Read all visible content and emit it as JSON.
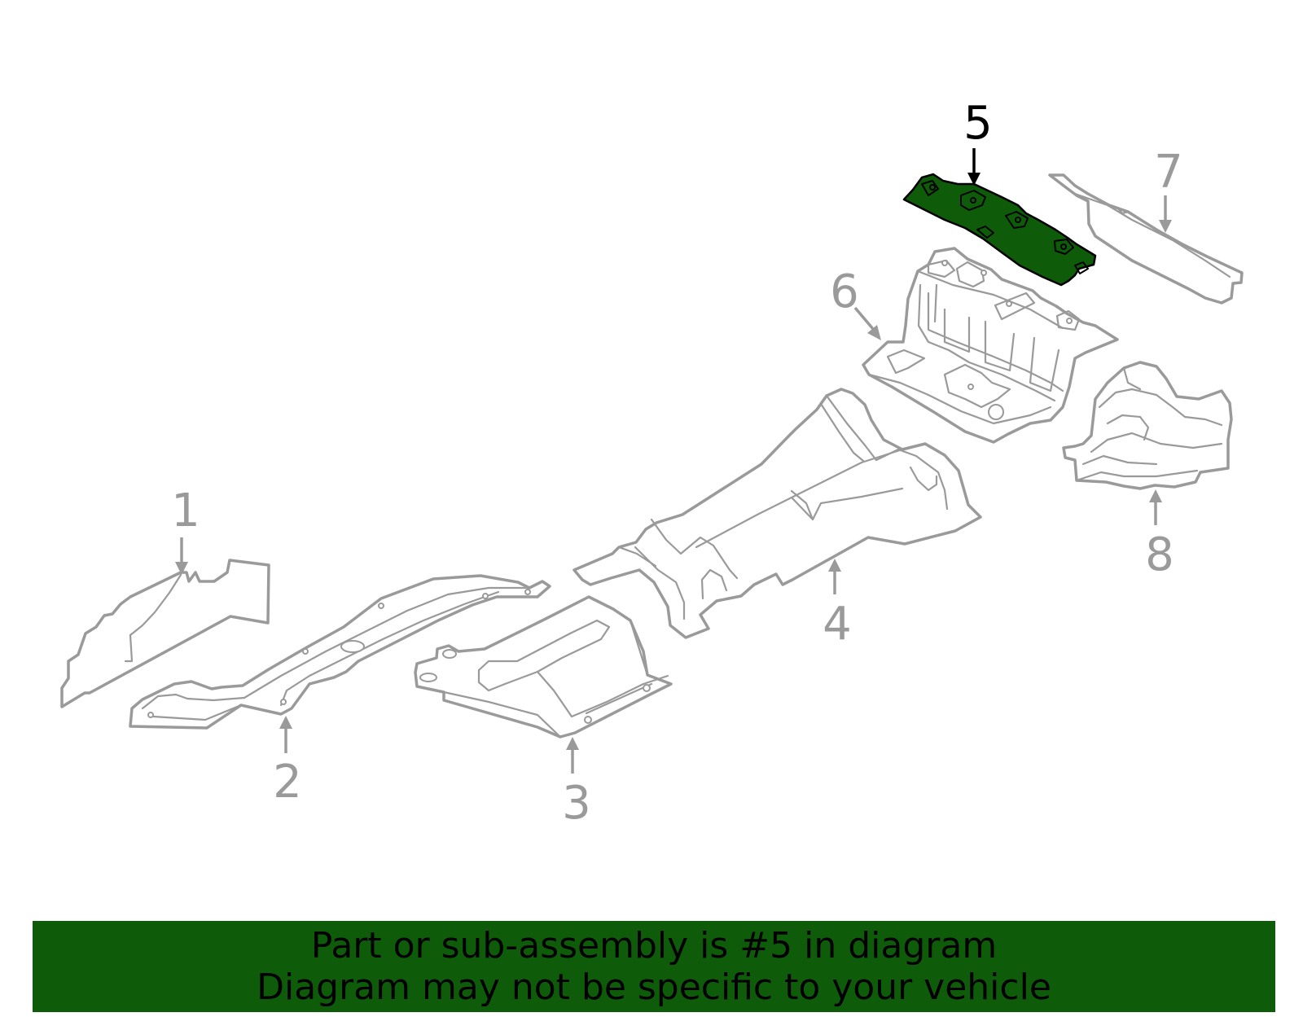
{
  "diagram": {
    "highlighted_part": "5",
    "highlight_color": "#0e5c0a",
    "line_color": "#9a9a9a",
    "callouts": [
      {
        "id": "1",
        "label": "1"
      },
      {
        "id": "2",
        "label": "2"
      },
      {
        "id": "3",
        "label": "3"
      },
      {
        "id": "4",
        "label": "4"
      },
      {
        "id": "5",
        "label": "5"
      },
      {
        "id": "6",
        "label": "6"
      },
      {
        "id": "7",
        "label": "7"
      },
      {
        "id": "8",
        "label": "8"
      }
    ]
  },
  "banner": {
    "line1": "Part or sub-assembly is #5 in diagram",
    "line2": "Diagram may not be specific to your vehicle",
    "background": "#0e5c0a"
  }
}
